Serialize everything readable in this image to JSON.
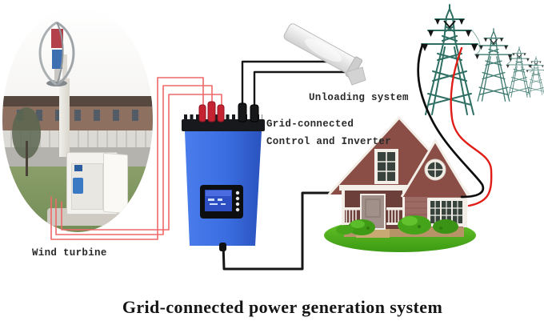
{
  "title": "Grid-connected power generation system",
  "labels": {
    "wind_turbine": "Wind turbine",
    "unloading_system": "Unloading system",
    "inverter_line1": "Grid-connected",
    "inverter_line2": "Control and Inverter"
  },
  "colors": {
    "wire_red": "#ef6868",
    "wire_red_bright": "#e11d17",
    "wire_black": "#161616",
    "inverter_blue": "#3a6de0",
    "inverter_blue_dark": "#2a53be",
    "inverter_top_black": "#17191d",
    "terminal_red": "#c62332",
    "tower_teal": "#2e6f63",
    "house_roof": "#8a4e46",
    "house_wall": "#9d6b63",
    "house_porch": "#6d3f3a",
    "lawn_green": "#4db31e",
    "lawn_green_dark": "#3d9a13",
    "unloader_gray": "#e9e9e9"
  }
}
